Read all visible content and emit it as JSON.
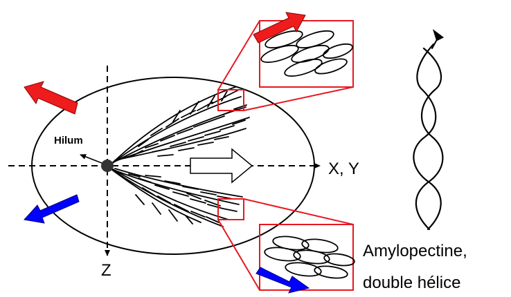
{
  "labels": {
    "hilum": "Hilum",
    "xy_axis": "X, Y",
    "z_axis": "Z",
    "helix_line1": "Amylopectine,",
    "helix_line2": "double hélice"
  },
  "colors": {
    "stroke": "#000000",
    "callout": "#e8161f",
    "arrow_red": "#ee1c1c",
    "arrow_blue": "#0000ff",
    "hilum_dot": "#333333"
  },
  "icons": {
    "growth_arrow": "hollow-right-arrow-icon",
    "upper_arrows": "red-arrow-icon",
    "lower_arrows": "blue-arrow-icon"
  }
}
